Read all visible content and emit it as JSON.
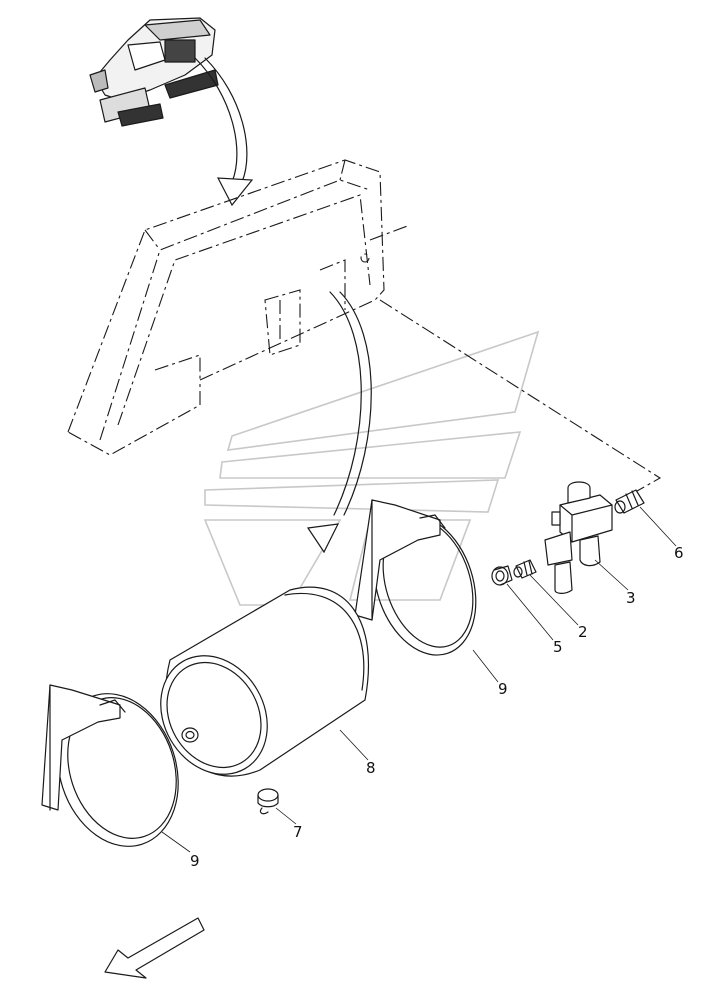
{
  "diagram": {
    "callouts": [
      {
        "id": "c1",
        "label": "6"
      },
      {
        "id": "c2",
        "label": "3"
      },
      {
        "id": "c3",
        "label": "5"
      },
      {
        "id": "c4",
        "label": "2"
      },
      {
        "id": "c5",
        "label": "9"
      },
      {
        "id": "c6",
        "label": "8"
      },
      {
        "id": "c7",
        "label": "7"
      },
      {
        "id": "c8",
        "label": "9"
      }
    ],
    "colors": {
      "line": "#1a1a1a",
      "watermark": "#c8c8c8",
      "background": "#ffffff"
    }
  }
}
